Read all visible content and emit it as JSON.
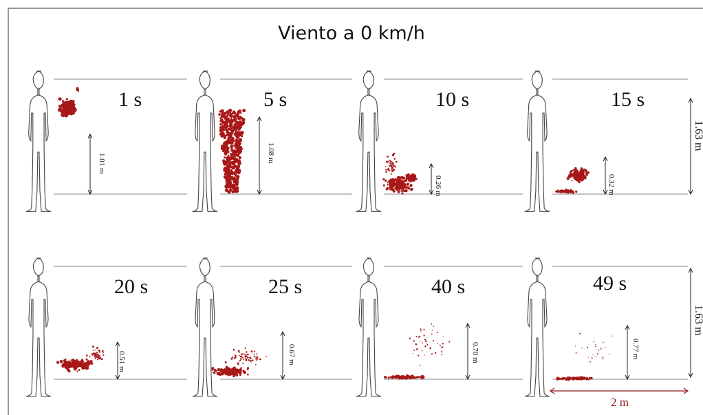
{
  "title": "Viento a 0 km/h",
  "total_height_label": "1.63 m",
  "distance_label": "2 m",
  "colors": {
    "droplet": "#a81818",
    "line": "#555555",
    "distance": "#8b1a1a"
  },
  "frames": [
    {
      "time": "1 s",
      "height": "1.01 m"
    },
    {
      "time": "5 s",
      "height": "1.08 m"
    },
    {
      "time": "10 s",
      "height": "0.26 m"
    },
    {
      "time": "15 s",
      "height": "0.32 m"
    },
    {
      "time": "20 s",
      "height": "0.51 m"
    },
    {
      "time": "25 s",
      "height": "0.67 m"
    },
    {
      "time": "40 s",
      "height": "0.70 m"
    },
    {
      "time": "49 s",
      "height": "0.77 m"
    }
  ]
}
